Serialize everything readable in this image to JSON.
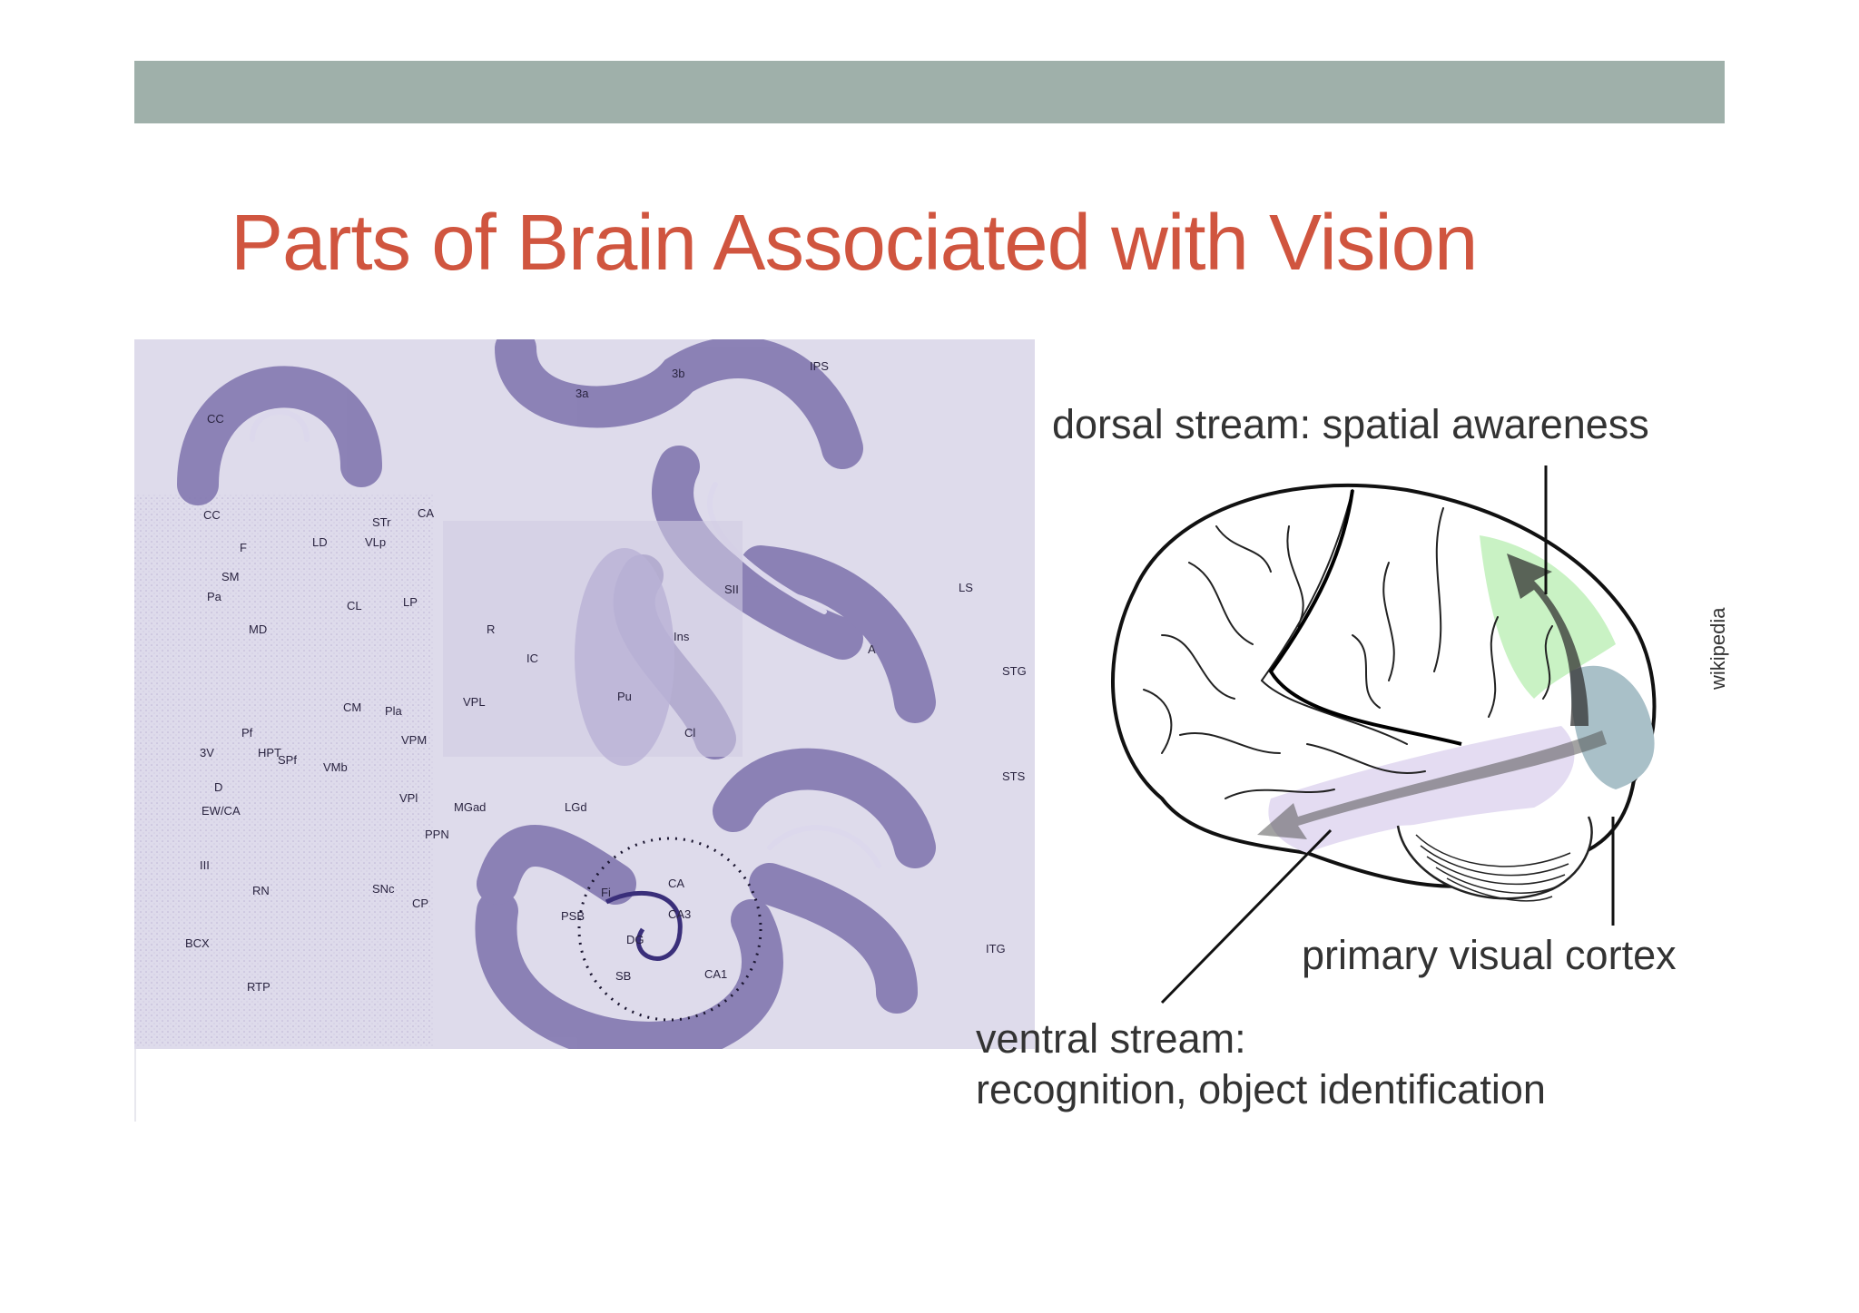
{
  "slide": {
    "title": "Parts of Brain Associated with Vision",
    "bar_color": "#9fb0aa",
    "title_color": "#d0553f"
  },
  "histology": {
    "labels": [
      "CC",
      "CC",
      "F",
      "LD",
      "VLp",
      "STr",
      "CA",
      "SM",
      "Pa",
      "MD",
      "CL",
      "LP",
      "R",
      "IC",
      "Ins",
      "SII",
      "LS",
      "A",
      "STG",
      "Pu",
      "Cl",
      "CM",
      "Pla",
      "VPL",
      "VPM",
      "Pf",
      "3V",
      "HPT",
      "SPf",
      "VMb",
      "D",
      "EW/CA",
      "VPl",
      "MGad",
      "LGd",
      "PPN",
      "III",
      "RN",
      "SNc",
      "CP",
      "BCX",
      "RTP",
      "Fi",
      "CA",
      "PSB",
      "CA3",
      "DG",
      "SB",
      "CA1",
      "ITG",
      "STS",
      "3a",
      "3b",
      "IPS"
    ]
  },
  "diagram": {
    "dorsal_caption": "dorsal stream: spatial awareness",
    "primary_caption": "primary visual cortex",
    "ventral_caption_line1": "ventral stream:",
    "ventral_caption_line2": "recognition, object identification",
    "source": "wikipedia",
    "dorsal_color": "#c9f2c4",
    "ventral_color": "#e4dcf2",
    "v1_color": "#a9c0c8"
  }
}
